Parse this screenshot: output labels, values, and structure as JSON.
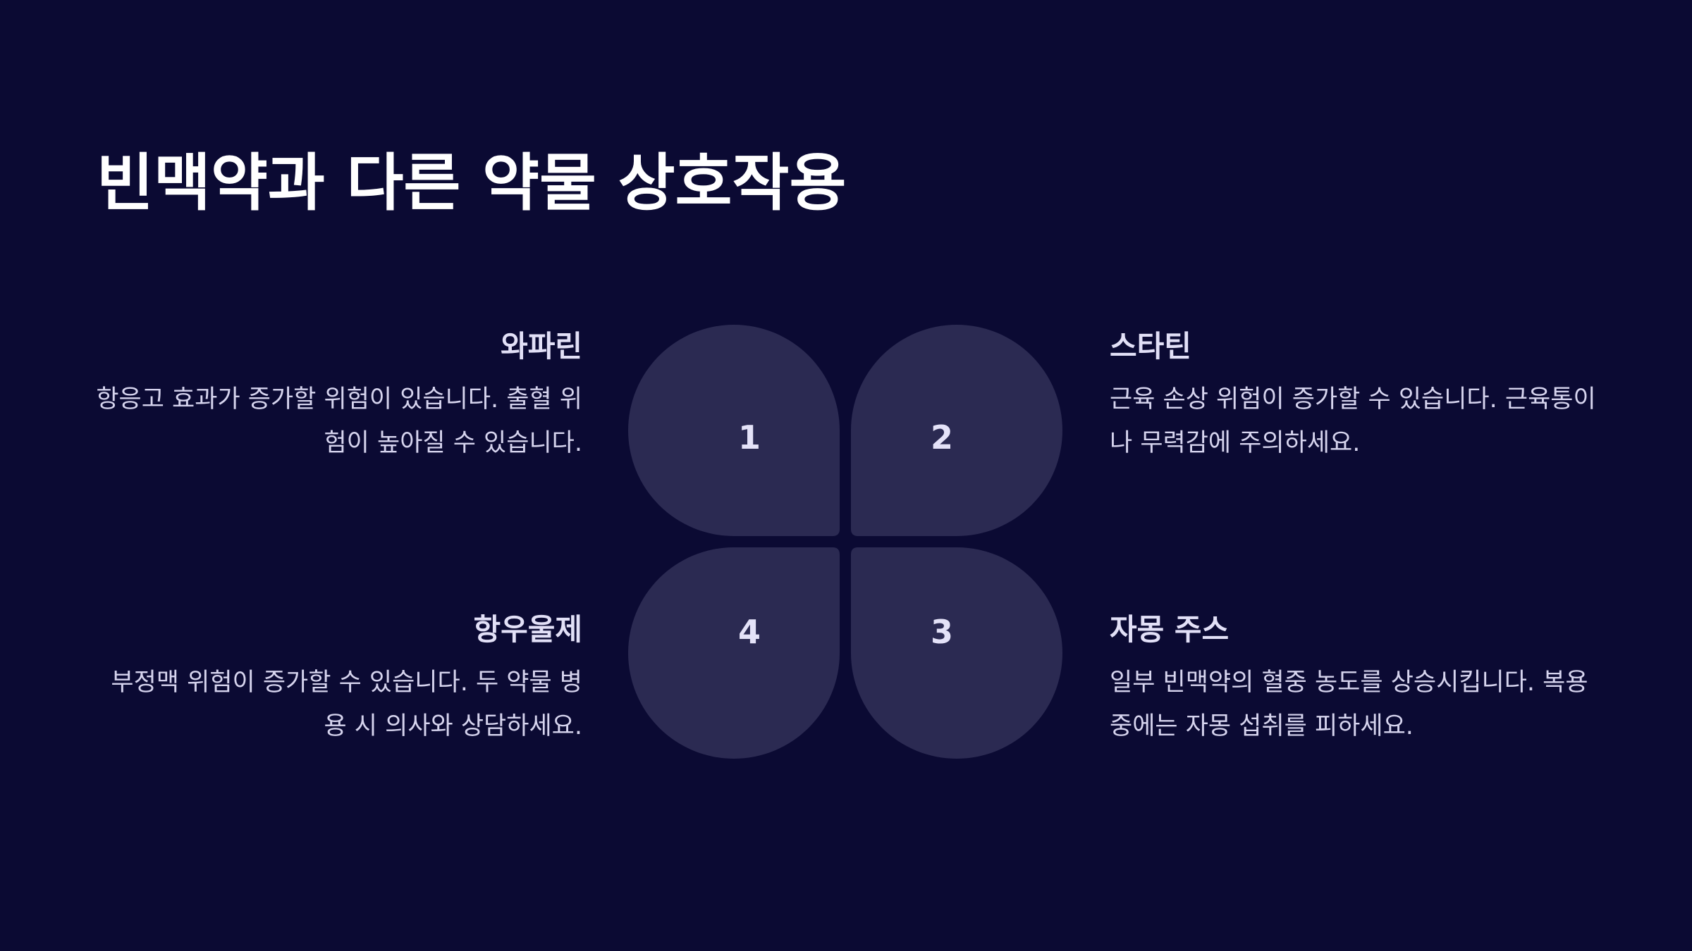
{
  "slide": {
    "title": "빈맥약과 다른 약물 상호작용",
    "colors": {
      "background": "#0b0a33",
      "petal": "#2b2a52",
      "title_text": "#ffffff",
      "body_text": "#d6d4ee"
    },
    "items": {
      "warfarin": {
        "number": "1",
        "title": "와파린",
        "description": "항응고 효과가 증가할 위험이 있습니다. 출혈 위험이 높아질 수 있습니다."
      },
      "statin": {
        "number": "2",
        "title": "스타틴",
        "description": "근육 손상 위험이 증가할 수 있습니다. 근육통이나 무력감에 주의하세요."
      },
      "grapefruit": {
        "number": "3",
        "title": "자몽 주스",
        "description": "일부 빈맥약의 혈중 농도를 상승시킵니다. 복용 중에는 자몽 섭취를 피하세요."
      },
      "antidepressant": {
        "number": "4",
        "title": "항우울제",
        "description": "부정맥 위험이 증가할 수 있습니다. 두 약물 병용 시 의사와 상담하세요."
      }
    }
  }
}
